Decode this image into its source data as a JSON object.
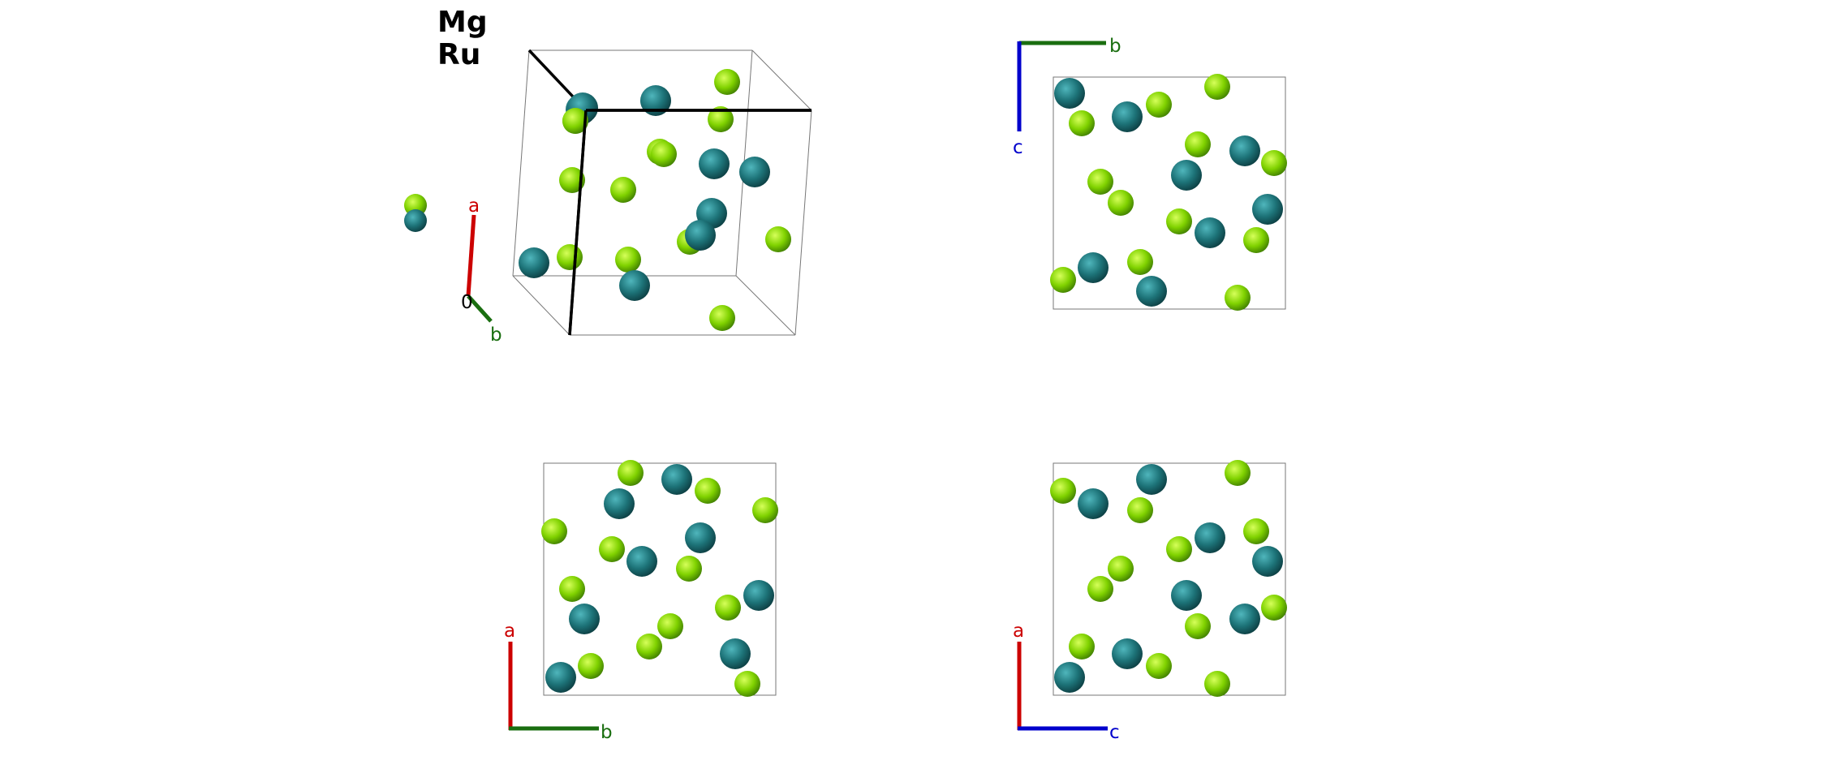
{
  "legend": {
    "species": [
      {
        "symbol": "Mg",
        "color": "#7fd400"
      },
      {
        "symbol": "Ru",
        "color": "#1f7a80"
      }
    ]
  },
  "axis_colors": {
    "a": "#cc0000",
    "b": "#1a6e10",
    "c": "#0000cc"
  },
  "views": [
    {
      "id": "perspective",
      "axes": {
        "origin": "0",
        "a": "a",
        "b": "b"
      }
    },
    {
      "id": "view-b-c",
      "axes": {
        "h": "b",
        "v": "c"
      }
    },
    {
      "id": "view-b-a",
      "axes": {
        "h": "b",
        "v": "a"
      }
    },
    {
      "id": "view-c-a",
      "axes": {
        "h": "c",
        "v": "a"
      }
    }
  ]
}
